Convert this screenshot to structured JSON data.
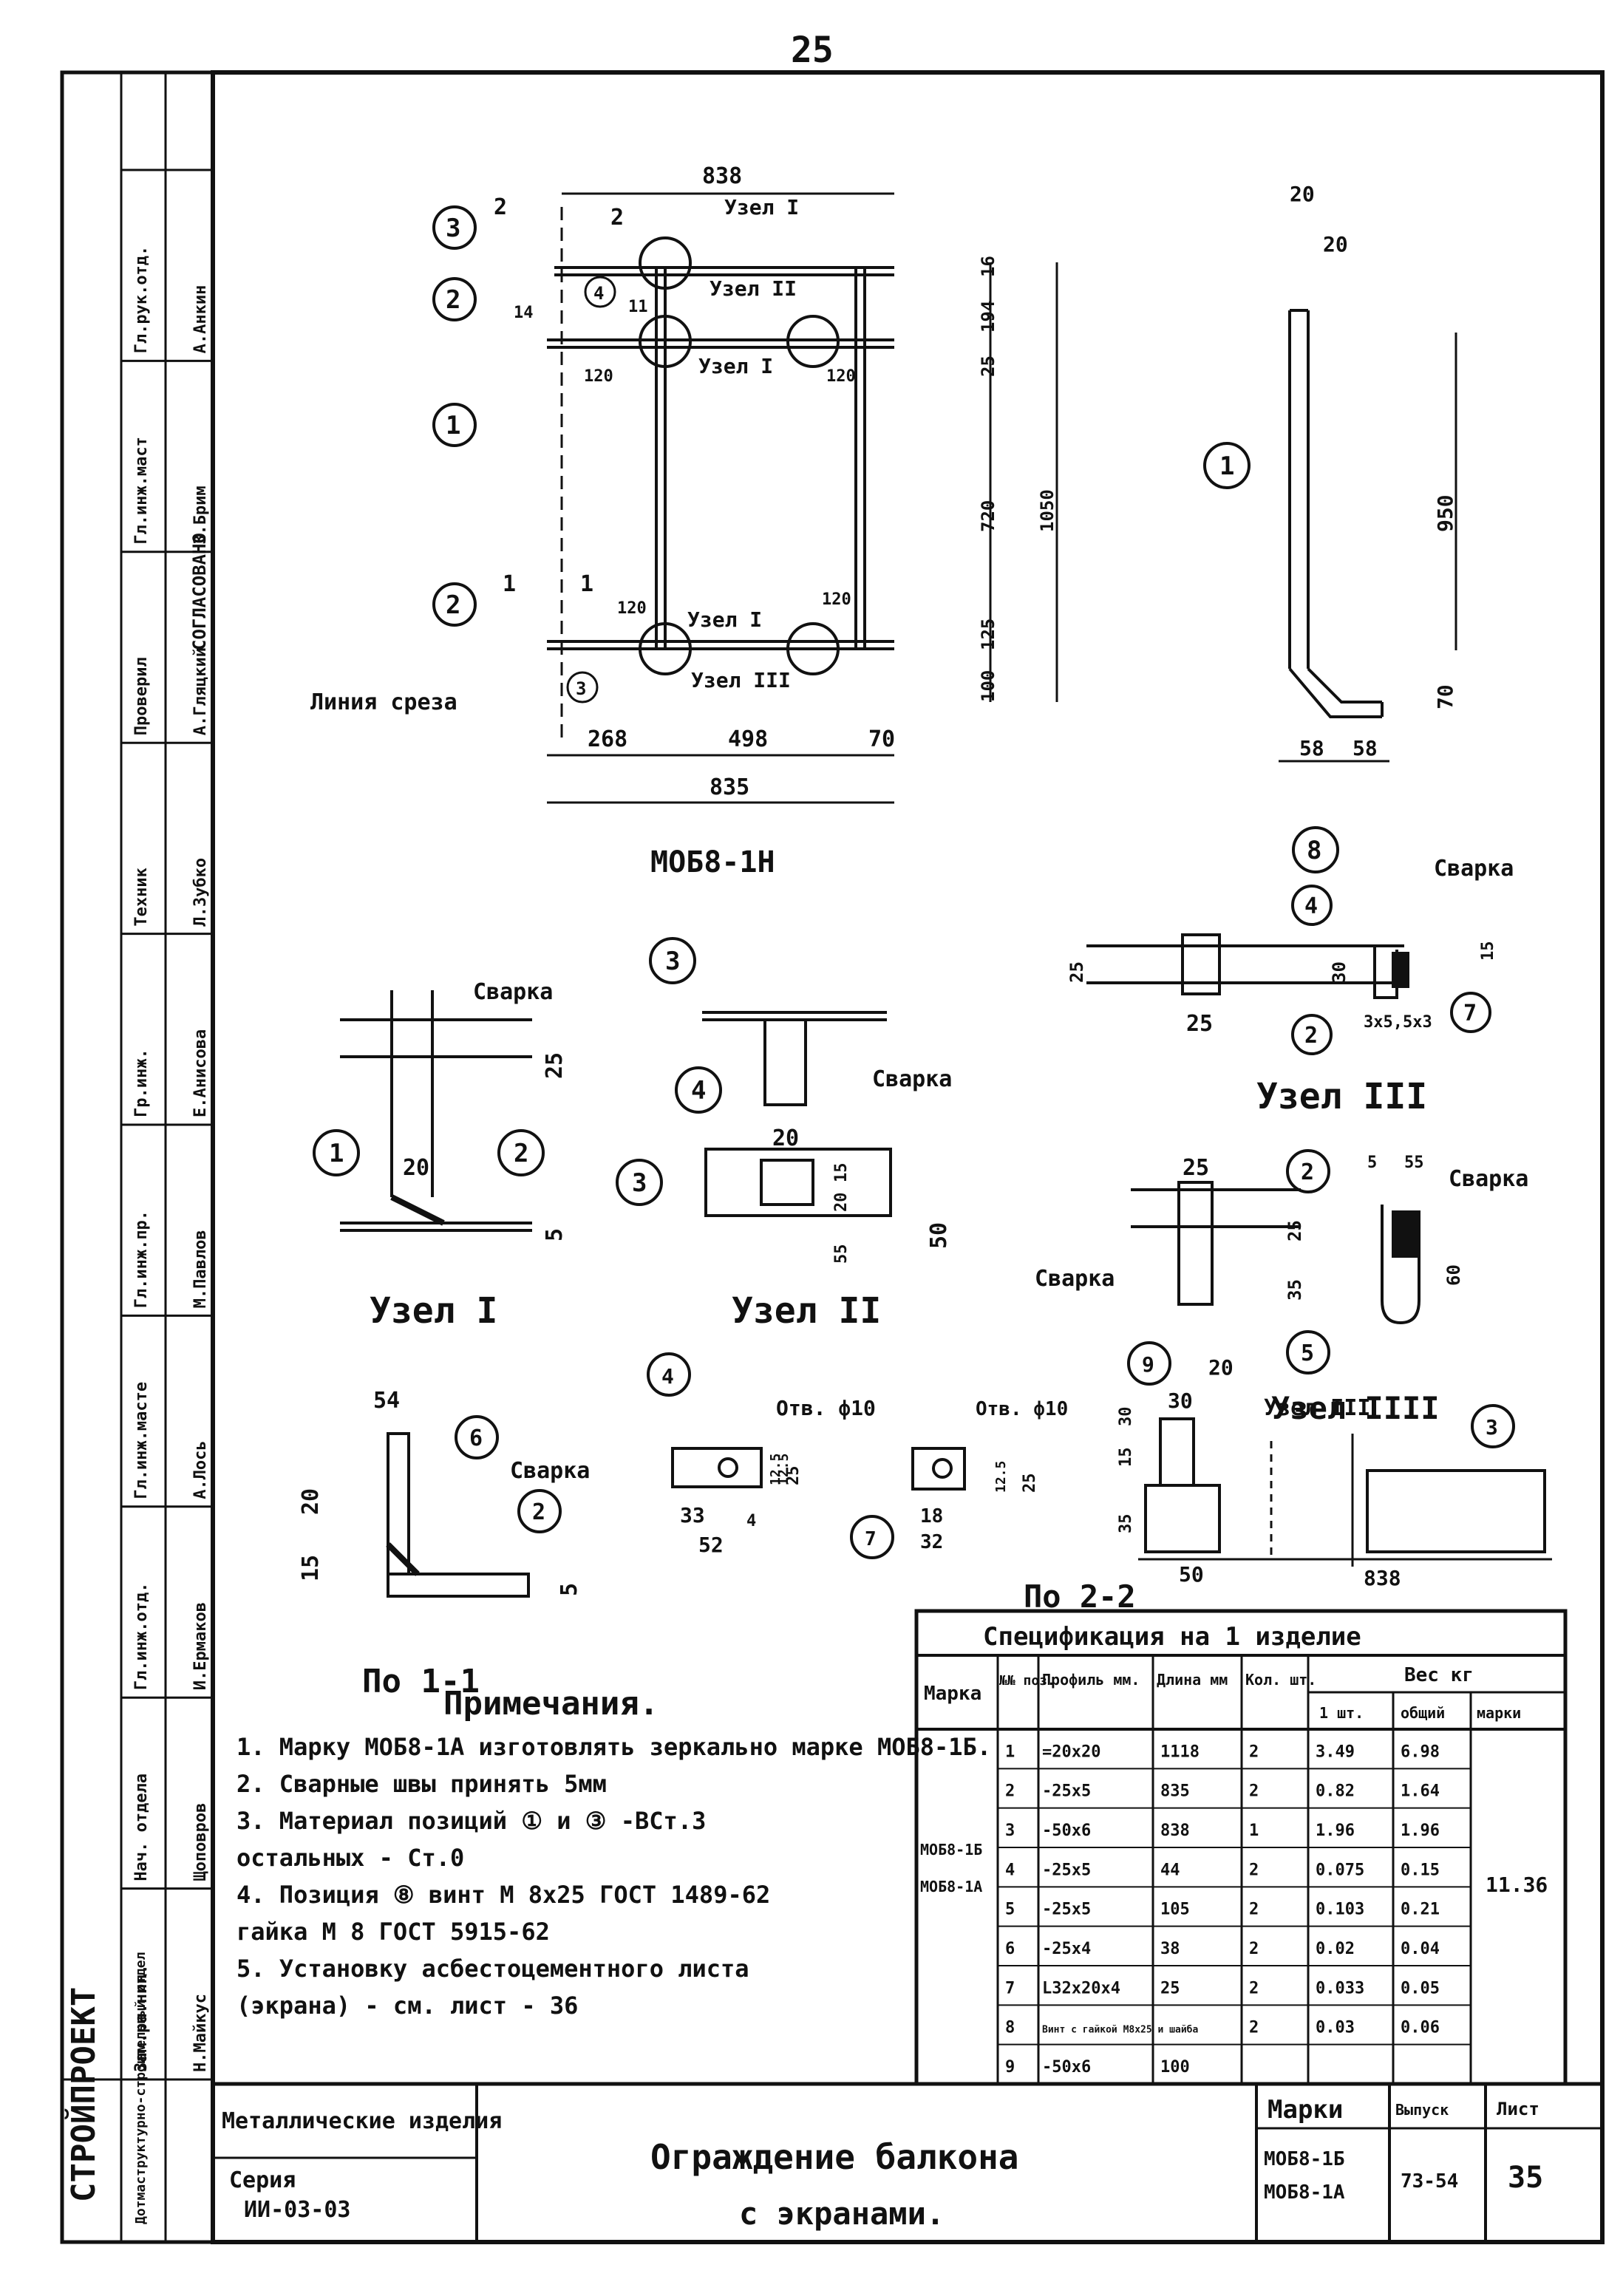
{
  "page_number": "25",
  "left_strip": {
    "organization": "СТРОЙПРОЕКТ",
    "department": "Дотмаструктурно-строительный отдел",
    "roles": [
      {
        "role": "Зам.ра.нин.",
        "name": "Н.Майкус"
      },
      {
        "role": "Нач. отдела",
        "name": "Щоповров"
      },
      {
        "role": "Гл.инж.отд.",
        "name": "И.Ермаков"
      },
      {
        "role": "Гл.инж.масте",
        "name": "А.Лось"
      },
      {
        "role": "Гл.инж.пр.",
        "name": "М.Павлов"
      },
      {
        "role": "Гр.инж.",
        "name": "Е.Анисова"
      },
      {
        "role": "Техник",
        "name": "Л.Зубко"
      },
      {
        "role": "Проверил",
        "name": "А.Гляцкий"
      },
      {
        "role": "Гл.инж.маст",
        "name": "З.Брим"
      },
      {
        "role": "Гл.рук.отд.",
        "name": "А.Анкин"
      }
    ],
    "agreed": "СОГЛАСОВАНО"
  },
  "main_view": {
    "title": "МОБ8-1Н",
    "dims": {
      "top": "838",
      "bottom": "835",
      "left_part": "268",
      "mid_part": "498",
      "right_small": "70",
      "s1": "120",
      "s2": "120",
      "s3": "120",
      "s4": "120",
      "s5": "11",
      "s6": "14",
      "s7": "2",
      "s8": "2",
      "h_total": "1050",
      "h1": "720",
      "h2": "25",
      "h3": "194",
      "h4": "16",
      "h5": "125",
      "h6": "100"
    },
    "knots": [
      "Узел I",
      "Узел II",
      "Узел I",
      "Узел I",
      "Узел III"
    ],
    "section_line": "Линия среза",
    "cuts": [
      "1",
      "1"
    ],
    "position_labels": [
      "3",
      "2",
      "1",
      "2",
      "4",
      "3"
    ]
  },
  "side_view": {
    "position": "1",
    "dims": {
      "top": "20",
      "top2": "20",
      "height": "950",
      "bottom": "70",
      "w1": "58",
      "w2": "58"
    }
  },
  "knot1": {
    "title": "Узел I",
    "welding": "Сварка",
    "pos": [
      "1",
      "2"
    ],
    "dims": {
      "d1": "25",
      "d2": "20",
      "d3": "5"
    }
  },
  "knot2": {
    "title": "Узел II",
    "welding": "Сварка",
    "pos": [
      "3",
      "4",
      "3"
    ],
    "dims": {
      "d1": "20",
      "d2": "55",
      "d3": "20",
      "d4": "15",
      "d5": "50"
    }
  },
  "knot3": {
    "title": "Узел III",
    "welding": "Сварка",
    "pos": [
      "8",
      "4",
      "2",
      "7"
    ],
    "dims": {
      "d1": "25",
      "d2": "25",
      "d3": "30",
      "d4": "15",
      "d5": "3x5,5x3"
    }
  },
  "knot4": {
    "title": "Узел IIII",
    "welding_a": "Сварка",
    "welding_b": "Сварка",
    "pos": [
      "2",
      "5"
    ],
    "dims": {
      "d1": "25",
      "d2": "5",
      "d3": "35",
      "d4": "25",
      "d5": "55",
      "d6": "60"
    }
  },
  "section11": {
    "title": "По 1-1",
    "welding": "Сварка",
    "pos": [
      "6",
      "2"
    ],
    "dims": {
      "d1": "54",
      "d2": "20",
      "d3": "15",
      "d4": "5"
    }
  },
  "part4": {
    "pos": "4",
    "hole": "Отв. ф10",
    "dims": {
      "d1": "33",
      "d2": "52",
      "d3": "25",
      "d4": "12.5",
      "d5": "12.5",
      "d6": "4"
    }
  },
  "part7": {
    "pos": "7",
    "hole": "Отв. ф10",
    "dims": {
      "d1": "18",
      "d2": "32",
      "d3": "25",
      "d4": "12.5"
    }
  },
  "section22": {
    "title": "По 2-2",
    "pos": [
      "9",
      "3"
    ],
    "dims": {
      "d1": "20",
      "d2": "30",
      "d3": "50",
      "d4": "838",
      "d5": "35",
      "d6": "15",
      "d7": "30"
    },
    "knot": "Узел III"
  },
  "notes": {
    "title": "Примечания.",
    "items": [
      "1. Марку МОБ8-1А изготовлять зеркально марке МОБ8-1Б.",
      "2. Сварные швы принять 5мм",
      "3. Материал позиций ① и ③ -ВСт.3",
      "   остальных - Ст.0",
      "4. Позиция ⑧ винт М 8х25 ГОСТ 1489-62",
      "   гайка М 8    ГОСТ 5915-62",
      "5. Установку асбестоцементного листа",
      "   (экрана) - см. лист - 36"
    ]
  },
  "spec_table": {
    "title": "Спецификация на 1 изделие",
    "headers": [
      "Марка",
      "№№ поз.",
      "Профиль мм.",
      "Длина мм",
      "Кол. шт.",
      "Вес кг"
    ],
    "weight_subheaders": [
      "1 шт.",
      "общий",
      "марки"
    ],
    "mark": [
      "МОБ8-1Б",
      "МОБ8-1А"
    ],
    "mark_weight": "11.36",
    "rows": [
      [
        "1",
        "=20x20",
        "1118",
        "2",
        "3.49",
        "6.98"
      ],
      [
        "2",
        "-25x5",
        "835",
        "2",
        "0.82",
        "1.64"
      ],
      [
        "3",
        "-50x6",
        "838",
        "1",
        "1.96",
        "1.96"
      ],
      [
        "4",
        "-25x5",
        "44",
        "2",
        "0.075",
        "0.15"
      ],
      [
        "5",
        "-25x5",
        "105",
        "2",
        "0.103",
        "0.21"
      ],
      [
        "6",
        "-25x4",
        "38",
        "2",
        "0.02",
        "0.04"
      ],
      [
        "7",
        "L32x20x4",
        "25",
        "2",
        "0.033",
        "0.05"
      ],
      [
        "8",
        "Винт с гайкой М8х25 и шайба",
        "",
        "2",
        "0.03",
        "0.06"
      ],
      [
        "9",
        "-50x6",
        "100",
        "",
        "",
        ""
      ]
    ]
  },
  "title_block": {
    "category": "Металлические изделия",
    "series_label": "Серия",
    "series": "ИИ-03-03",
    "title_line1": "Ограждение балкона",
    "title_line2": "с экранами.",
    "marks_label": "Марки",
    "marks": [
      "МОБ8-1Б",
      "МОБ8-1А"
    ],
    "issue_label": "Выпуск",
    "issue": "73-54",
    "sheet_label": "Лист",
    "sheet": "35"
  }
}
